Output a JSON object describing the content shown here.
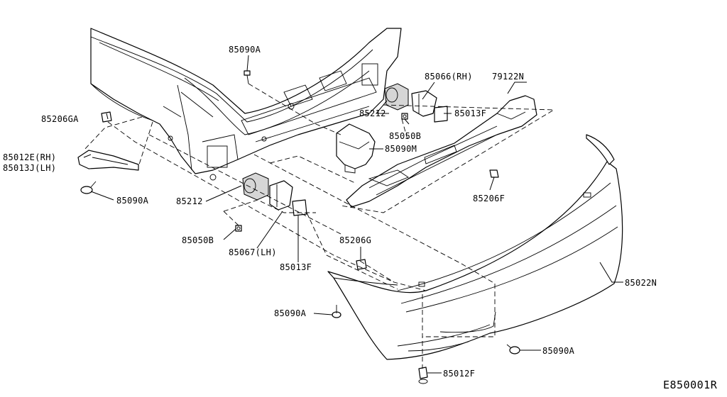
{
  "diagram": {
    "code": "E850001R",
    "labels": {
      "p85090a_top": "85090A",
      "p85066": "85066(RH)",
      "p79122n": "79122N",
      "p85206ga": "85206GA",
      "p85212_upper": "85212",
      "p85013f_upper": "85013F",
      "p85050b_upper": "85050B",
      "p85090m": "85090M",
      "p85012e": "85012E(RH)",
      "p85013j": "85013J(LH)",
      "p85090a_left": "85090A",
      "p85212_lower": "85212",
      "p85206f": "85206F",
      "p85050b_lower": "85050B",
      "p85067": "85067(LH)",
      "p85013f_lower": "85013F",
      "p85206g": "85206G",
      "p85022n": "85022N",
      "p85090a_bottom": "85090A",
      "p85090a_right": "85090A",
      "p85012f": "85012F"
    }
  }
}
